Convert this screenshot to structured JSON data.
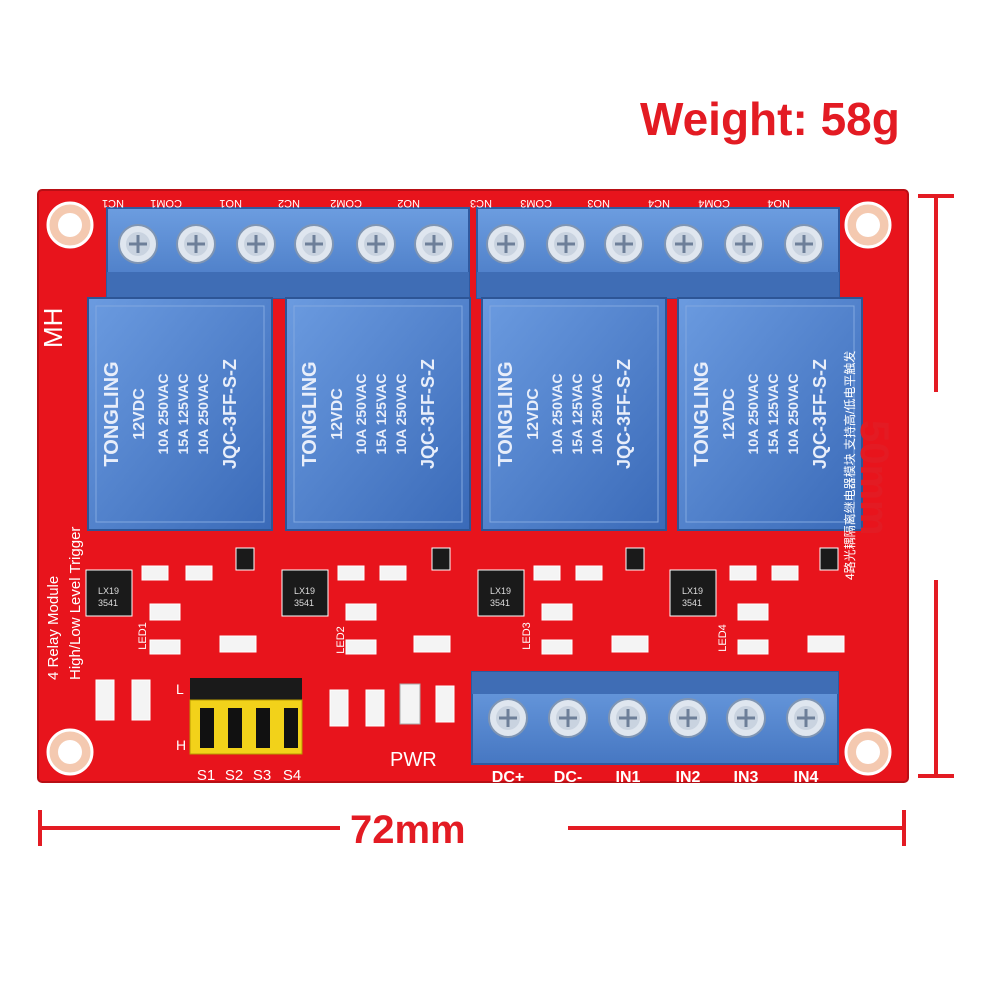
{
  "weight_label": "Weight: 58g",
  "width_label": "72mm",
  "height_label": "50mm",
  "board": {
    "maker_mark": "MH",
    "side_text_1": "4 Relay Module",
    "side_text_2": "High/Low Level Trigger",
    "right_text": "4路光耦隔离继电器模块 支持高/低电平触发",
    "top_terminals": [
      "NC1",
      "COM1",
      "NO1",
      "NC2",
      "COM2",
      "NO2",
      "NC3",
      "COM3",
      "NO3",
      "NC4",
      "COM4",
      "NO4"
    ],
    "bottom_terminals": [
      "DC+",
      "DC-",
      "IN1",
      "IN2",
      "IN3",
      "IN4"
    ],
    "jumpers": [
      "S1",
      "S2",
      "S3",
      "S4"
    ],
    "jumper_low": "L",
    "jumper_high": "H",
    "pwr_label": "PWR",
    "led_labels": [
      "LED1",
      "LED2",
      "LED3",
      "LED4"
    ],
    "optocoupler": [
      "LX19",
      "3541"
    ],
    "relay": {
      "brand": "TONGLING",
      "voltage": "12VDC",
      "rating_1": "10A 250VAC",
      "rating_2": "15A 125VAC",
      "rating_3": "10A 250VAC",
      "model": "JQC-3FF-S-Z"
    }
  },
  "colors": {
    "board_red": "#e8141c",
    "relay_blue": "#4a7fc8",
    "terminal_blue": "#5b8fd4",
    "accent_red": "#e31b23",
    "jumper_yellow": "#f2d21a"
  }
}
